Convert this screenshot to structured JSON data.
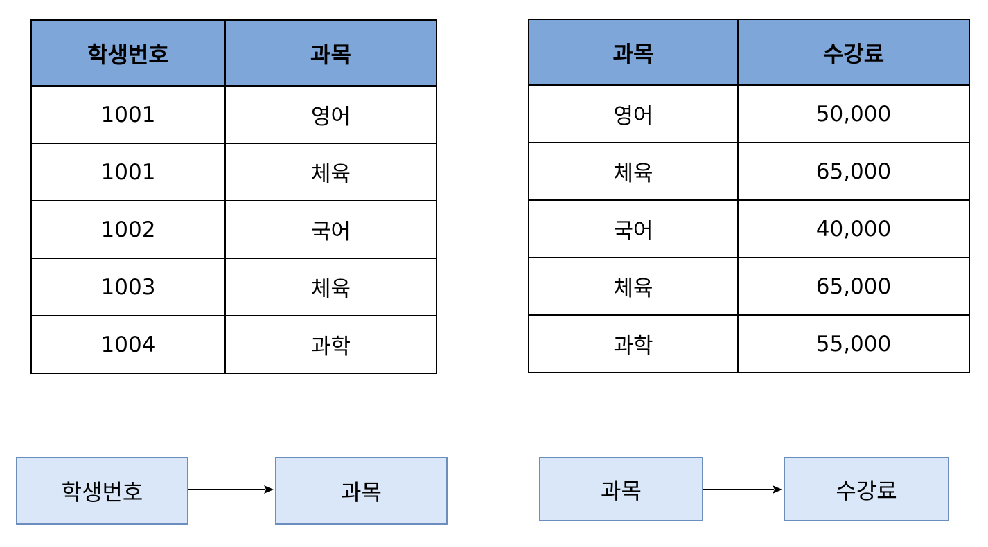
{
  "left_table": {
    "headers": [
      "학생번호",
      "과목"
    ],
    "rows": [
      [
        "1001",
        "영어"
      ],
      [
        "1001",
        "체육"
      ],
      [
        "1002",
        "국어"
      ],
      [
        "1003",
        "체육"
      ],
      [
        "1004",
        "과학"
      ]
    ]
  },
  "right_table": {
    "headers": [
      "과목",
      "수강료"
    ],
    "rows": [
      [
        "영어",
        "50,000"
      ],
      [
        "체육",
        "65,000"
      ],
      [
        "국어",
        "40,000"
      ],
      [
        "체육",
        "65,000"
      ],
      [
        "과학",
        "55,000"
      ]
    ]
  },
  "dependencies": [
    {
      "from": "학생번호",
      "to": "과목"
    },
    {
      "from": "과목",
      "to": "수강료"
    }
  ],
  "colors": {
    "header_fill": "#7ea6d8",
    "box_fill": "#dae7f8",
    "box_border": "#6c8ebf"
  }
}
